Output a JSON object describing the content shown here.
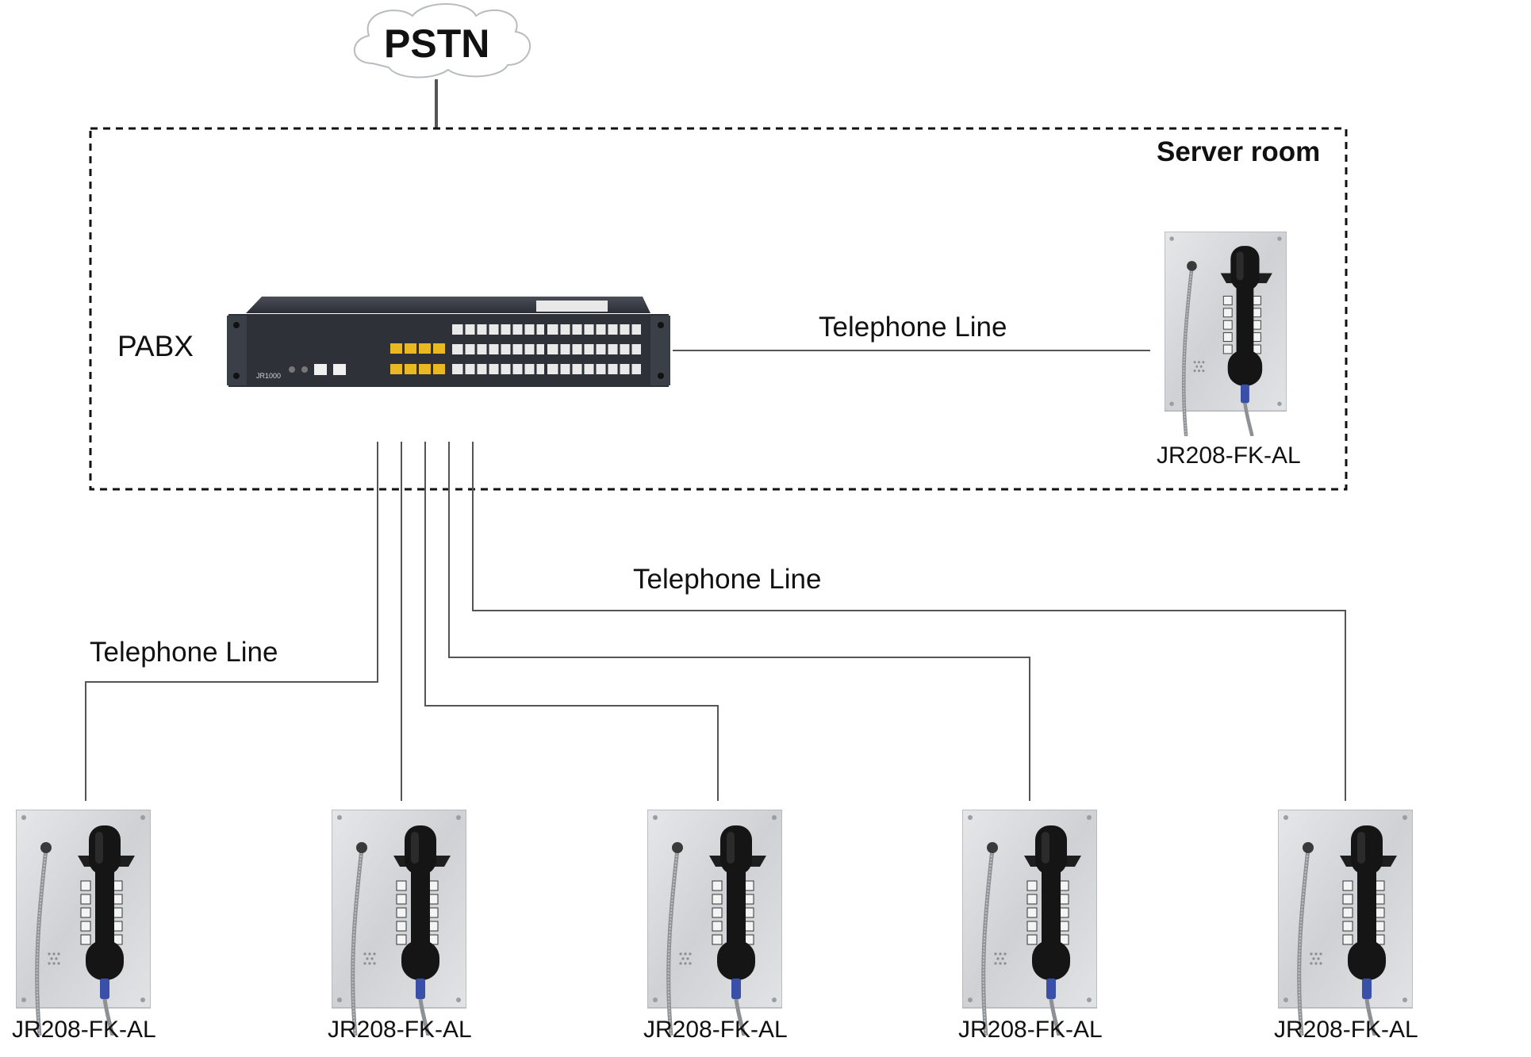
{
  "cloud": {
    "label": "PSTN"
  },
  "server_room": {
    "label": "Server room"
  },
  "pabx": {
    "label": "PABX",
    "model_text": "JR1000"
  },
  "server_phone": {
    "label": "JR208-FK-AL",
    "line_label": "Telephone Line"
  },
  "field_lines": {
    "label_left": "Telephone Line",
    "label_right": "Telephone Line"
  },
  "phones": [
    {
      "label": "JR208-FK-AL"
    },
    {
      "label": "JR208-FK-AL"
    },
    {
      "label": "JR208-FK-AL"
    },
    {
      "label": "JR208-FK-AL"
    },
    {
      "label": "JR208-FK-AL"
    }
  ],
  "colors": {
    "line": "#555555",
    "device_body": "#2e3138",
    "port_yellow": "#e8b923",
    "plate": "#d4d6d8",
    "handset": "#141414",
    "cord_blue": "#3a4fa8"
  }
}
